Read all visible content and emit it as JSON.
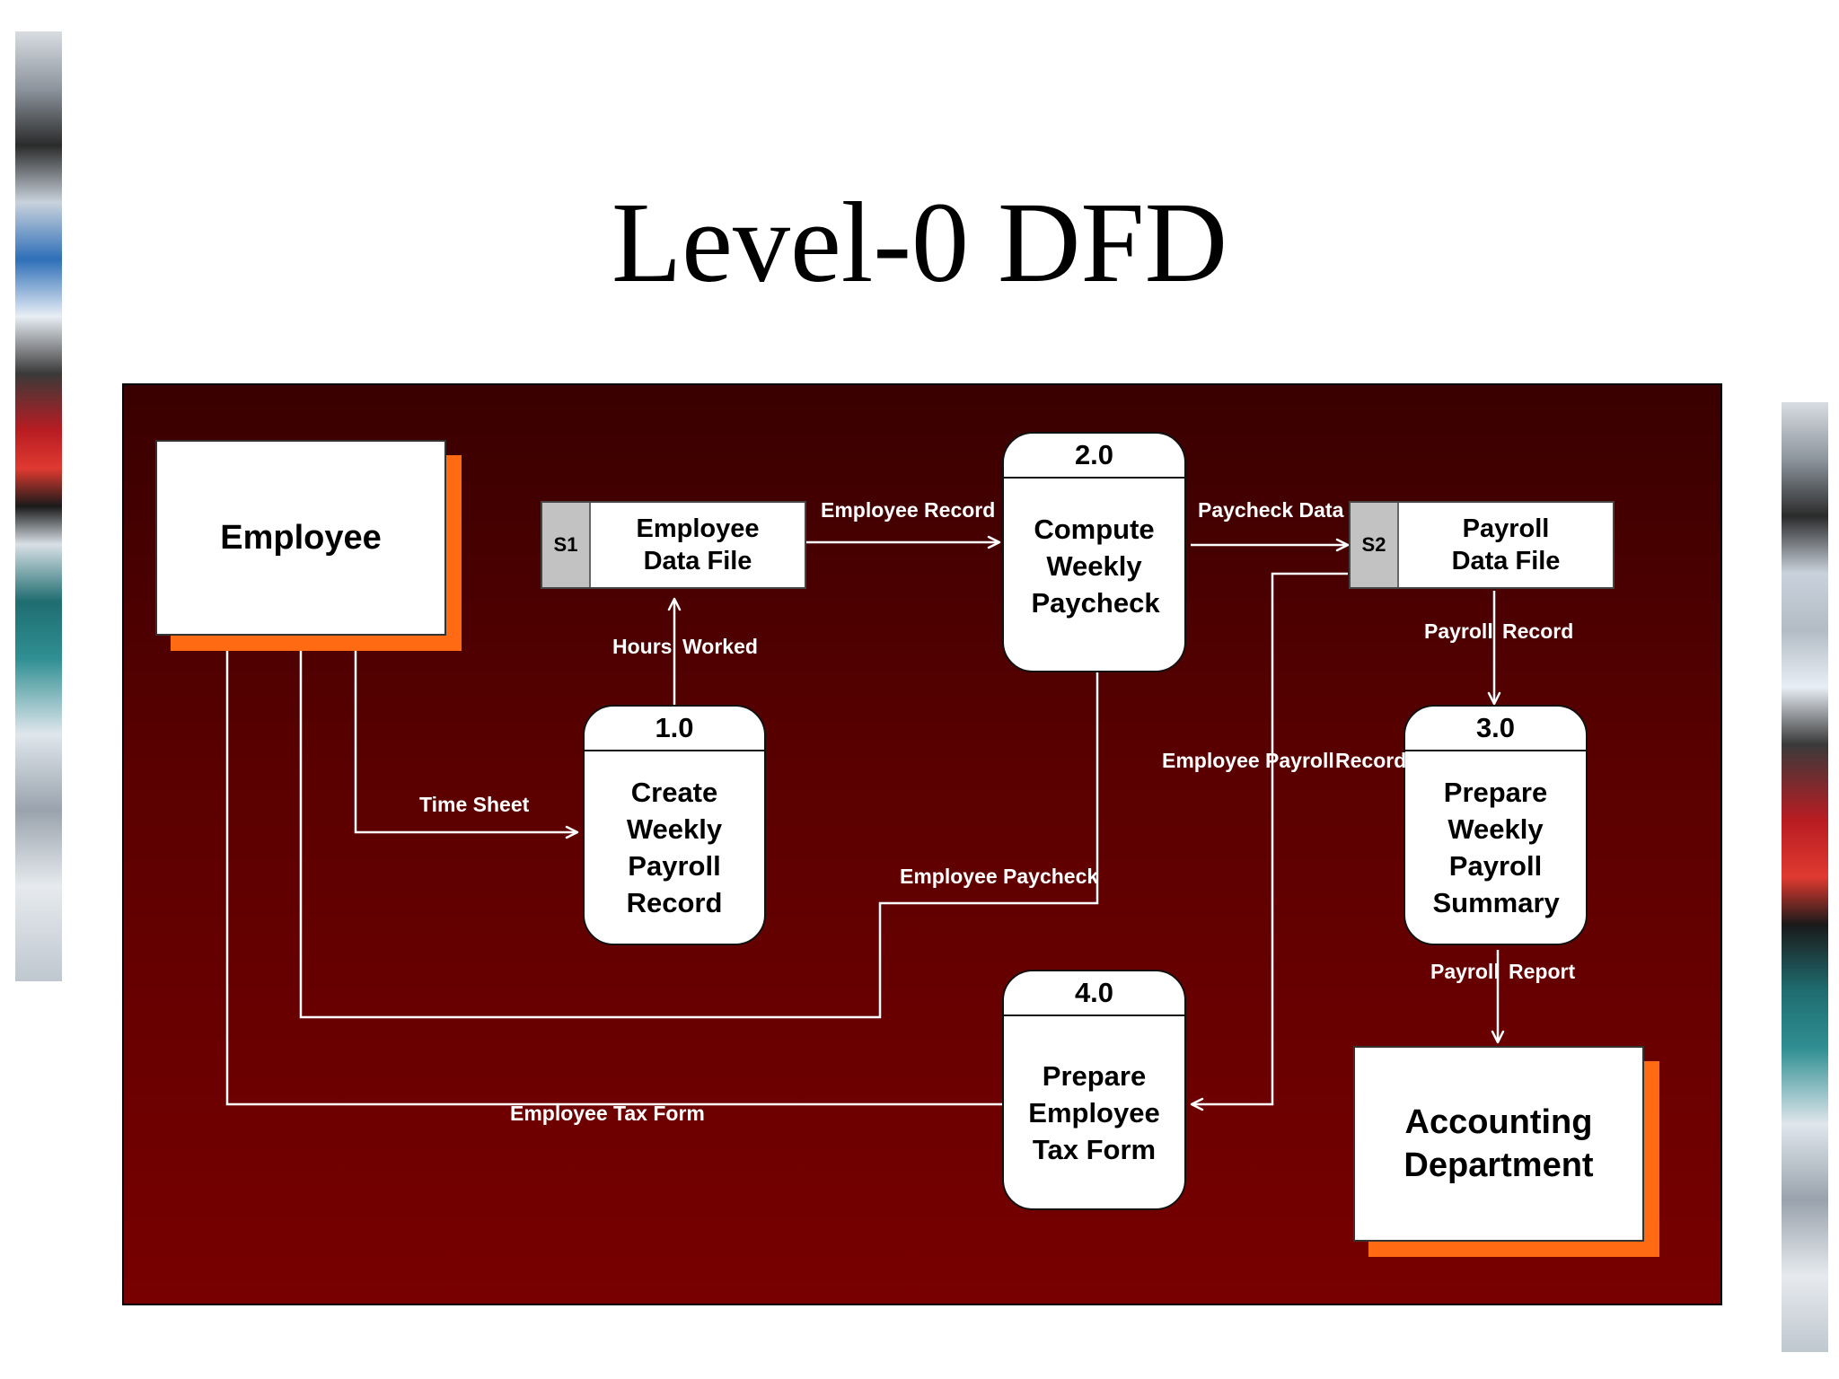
{
  "title": "Level-0 DFD",
  "colors": {
    "panel_top": "#390000",
    "panel_bottom": "#780000",
    "shadow": "#ff6a13",
    "flow_line": "#ffffff",
    "store_id_fill": "#c2c2c2"
  },
  "entities": {
    "employee": "Employee",
    "accounting": "Accounting Department"
  },
  "stores": {
    "s1": {
      "id": "S1",
      "name": "Employee Data File"
    },
    "s2": {
      "id": "S2",
      "name": "Payroll Data File"
    }
  },
  "processes": {
    "p1": {
      "id": "1.0",
      "name": "Create Weekly Payroll Record"
    },
    "p2": {
      "id": "2.0",
      "name": "Compute Weekly Paycheck"
    },
    "p3": {
      "id": "3.0",
      "name": "Prepare Weekly Payroll Summary"
    },
    "p4": {
      "id": "4.0",
      "name": "Prepare Employee Tax Form"
    }
  },
  "flows": {
    "employee_record": "Employee Record",
    "paycheck_data": "Paycheck Data",
    "hours": "Hours",
    "worked": "Worked",
    "payroll_record_a": "Payroll",
    "payroll_record_b": "Record",
    "time_sheet": "Time Sheet",
    "employee_payroll_record_a": "Employee Payroll",
    "employee_payroll_record_b": "Record",
    "employee_paycheck": "Employee Paycheck",
    "payroll_report_a": "Payroll",
    "payroll_report_b": "Report",
    "employee_tax_form": "Employee Tax Form"
  }
}
